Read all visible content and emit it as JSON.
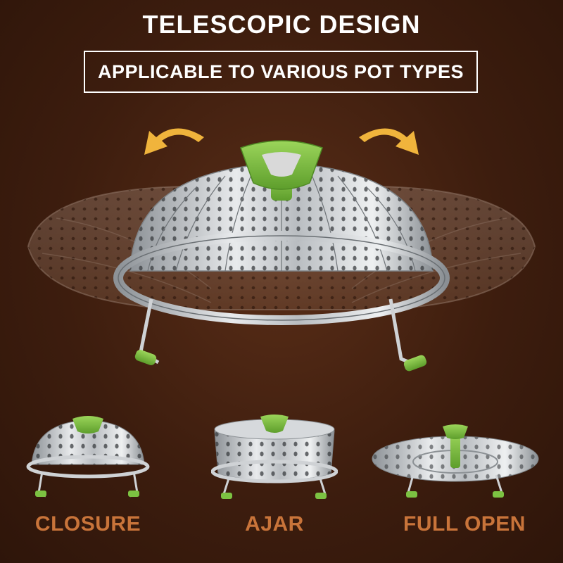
{
  "header": {
    "title": "TELESCOPIC DESIGN",
    "subtitle": "APPLICABLE TO VARIOUS POT TYPES"
  },
  "states": [
    {
      "label": "CLOSURE"
    },
    {
      "label": "AJAR"
    },
    {
      "label": "FULL OPEN"
    }
  ],
  "colors": {
    "background": "#3d1d0e",
    "label": "#c9743a",
    "handle": "#7cc242",
    "arrow": "#f0b43c",
    "steel": "#c8ccd0"
  },
  "icons": [
    "rotate-left-arrow-icon",
    "rotate-right-arrow-icon",
    "steamer-basket"
  ]
}
